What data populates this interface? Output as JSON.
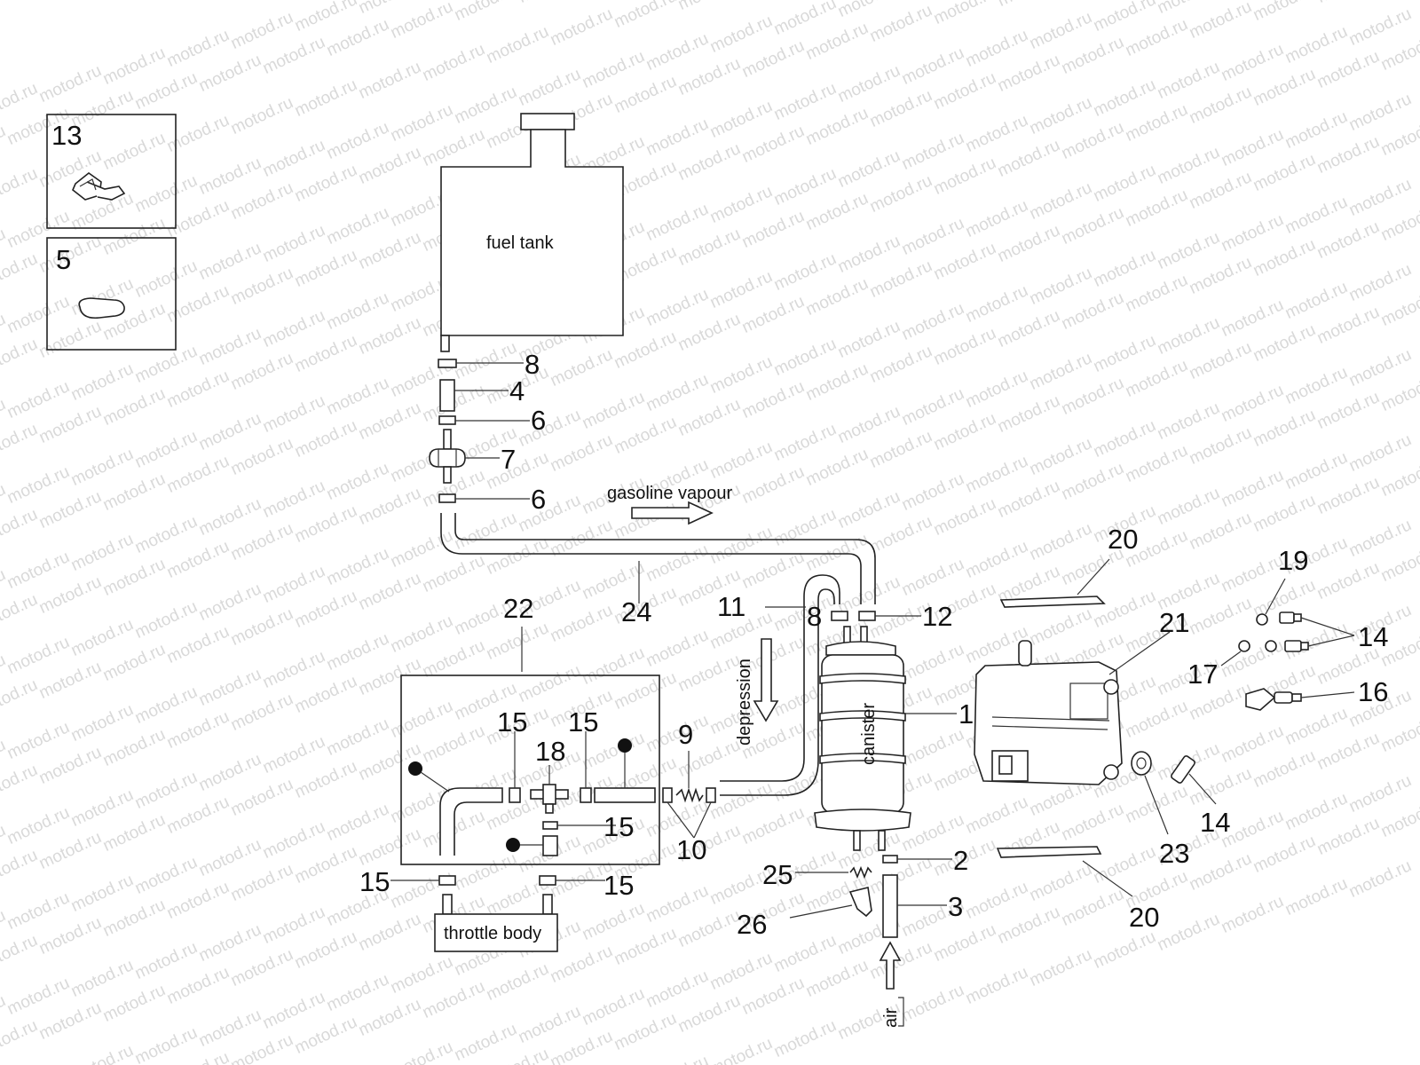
{
  "watermark": "motod.ru",
  "labels": {
    "fuel_tank": "fuel tank",
    "gasoline_vapour": "gasoline vapour",
    "depression": "depression",
    "canister": "canister",
    "throttle_body": "throttle body",
    "air": "air"
  },
  "part_numbers": {
    "p13": "13",
    "p5": "5",
    "p8a": "8",
    "p4": "4",
    "p6a": "6",
    "p7": "7",
    "p6b": "6",
    "p24": "24",
    "p11": "11",
    "p8b": "8",
    "p12": "12",
    "p22": "22",
    "p15a": "15",
    "p15b": "15",
    "p18": "18",
    "p9": "9",
    "p15c": "15",
    "p10": "10",
    "p15d": "15",
    "p15e": "15",
    "p1": "1",
    "p2": "2",
    "p3": "3",
    "p25": "25",
    "p26": "26",
    "p20a": "20",
    "p21": "21",
    "p19": "19",
    "p14a": "14",
    "p17": "17",
    "p16": "16",
    "p23": "23",
    "p14b": "14",
    "p20b": "20"
  }
}
